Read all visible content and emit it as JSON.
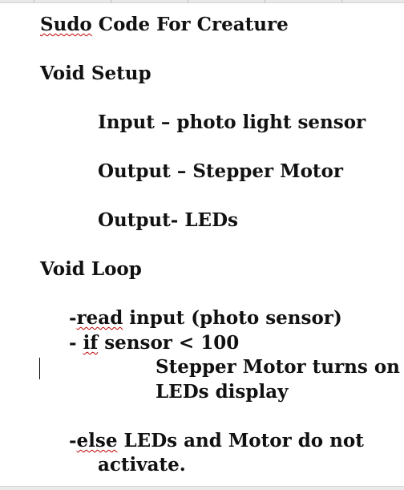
{
  "document": {
    "title": {
      "squiggly": "Sudo",
      "rest": " Code For Creature"
    },
    "setup_heading": "Void Setup",
    "setup_items": [
      "Input – photo light sensor",
      "Output – Stepper Motor",
      "Output- LEDs"
    ],
    "loop_heading": "Void Loop",
    "read_line": {
      "prefix": "-",
      "squiggly": "read",
      "rest": " input (photo sensor)"
    },
    "if_line": {
      "prefix": "- ",
      "squiggly": "if",
      "rest": " sensor < 100"
    },
    "if_action_1": "Stepper Motor turns on",
    "if_action_2": "LEDs display",
    "else_line": {
      "prefix": "-",
      "squiggly": "else",
      "rest": " LEDs and Motor do not"
    },
    "else_continuation": "activate."
  },
  "colors": {
    "spellcheck": "#c00000",
    "text": "#111111"
  },
  "icons": {
    "caret": "text-cursor-icon"
  }
}
